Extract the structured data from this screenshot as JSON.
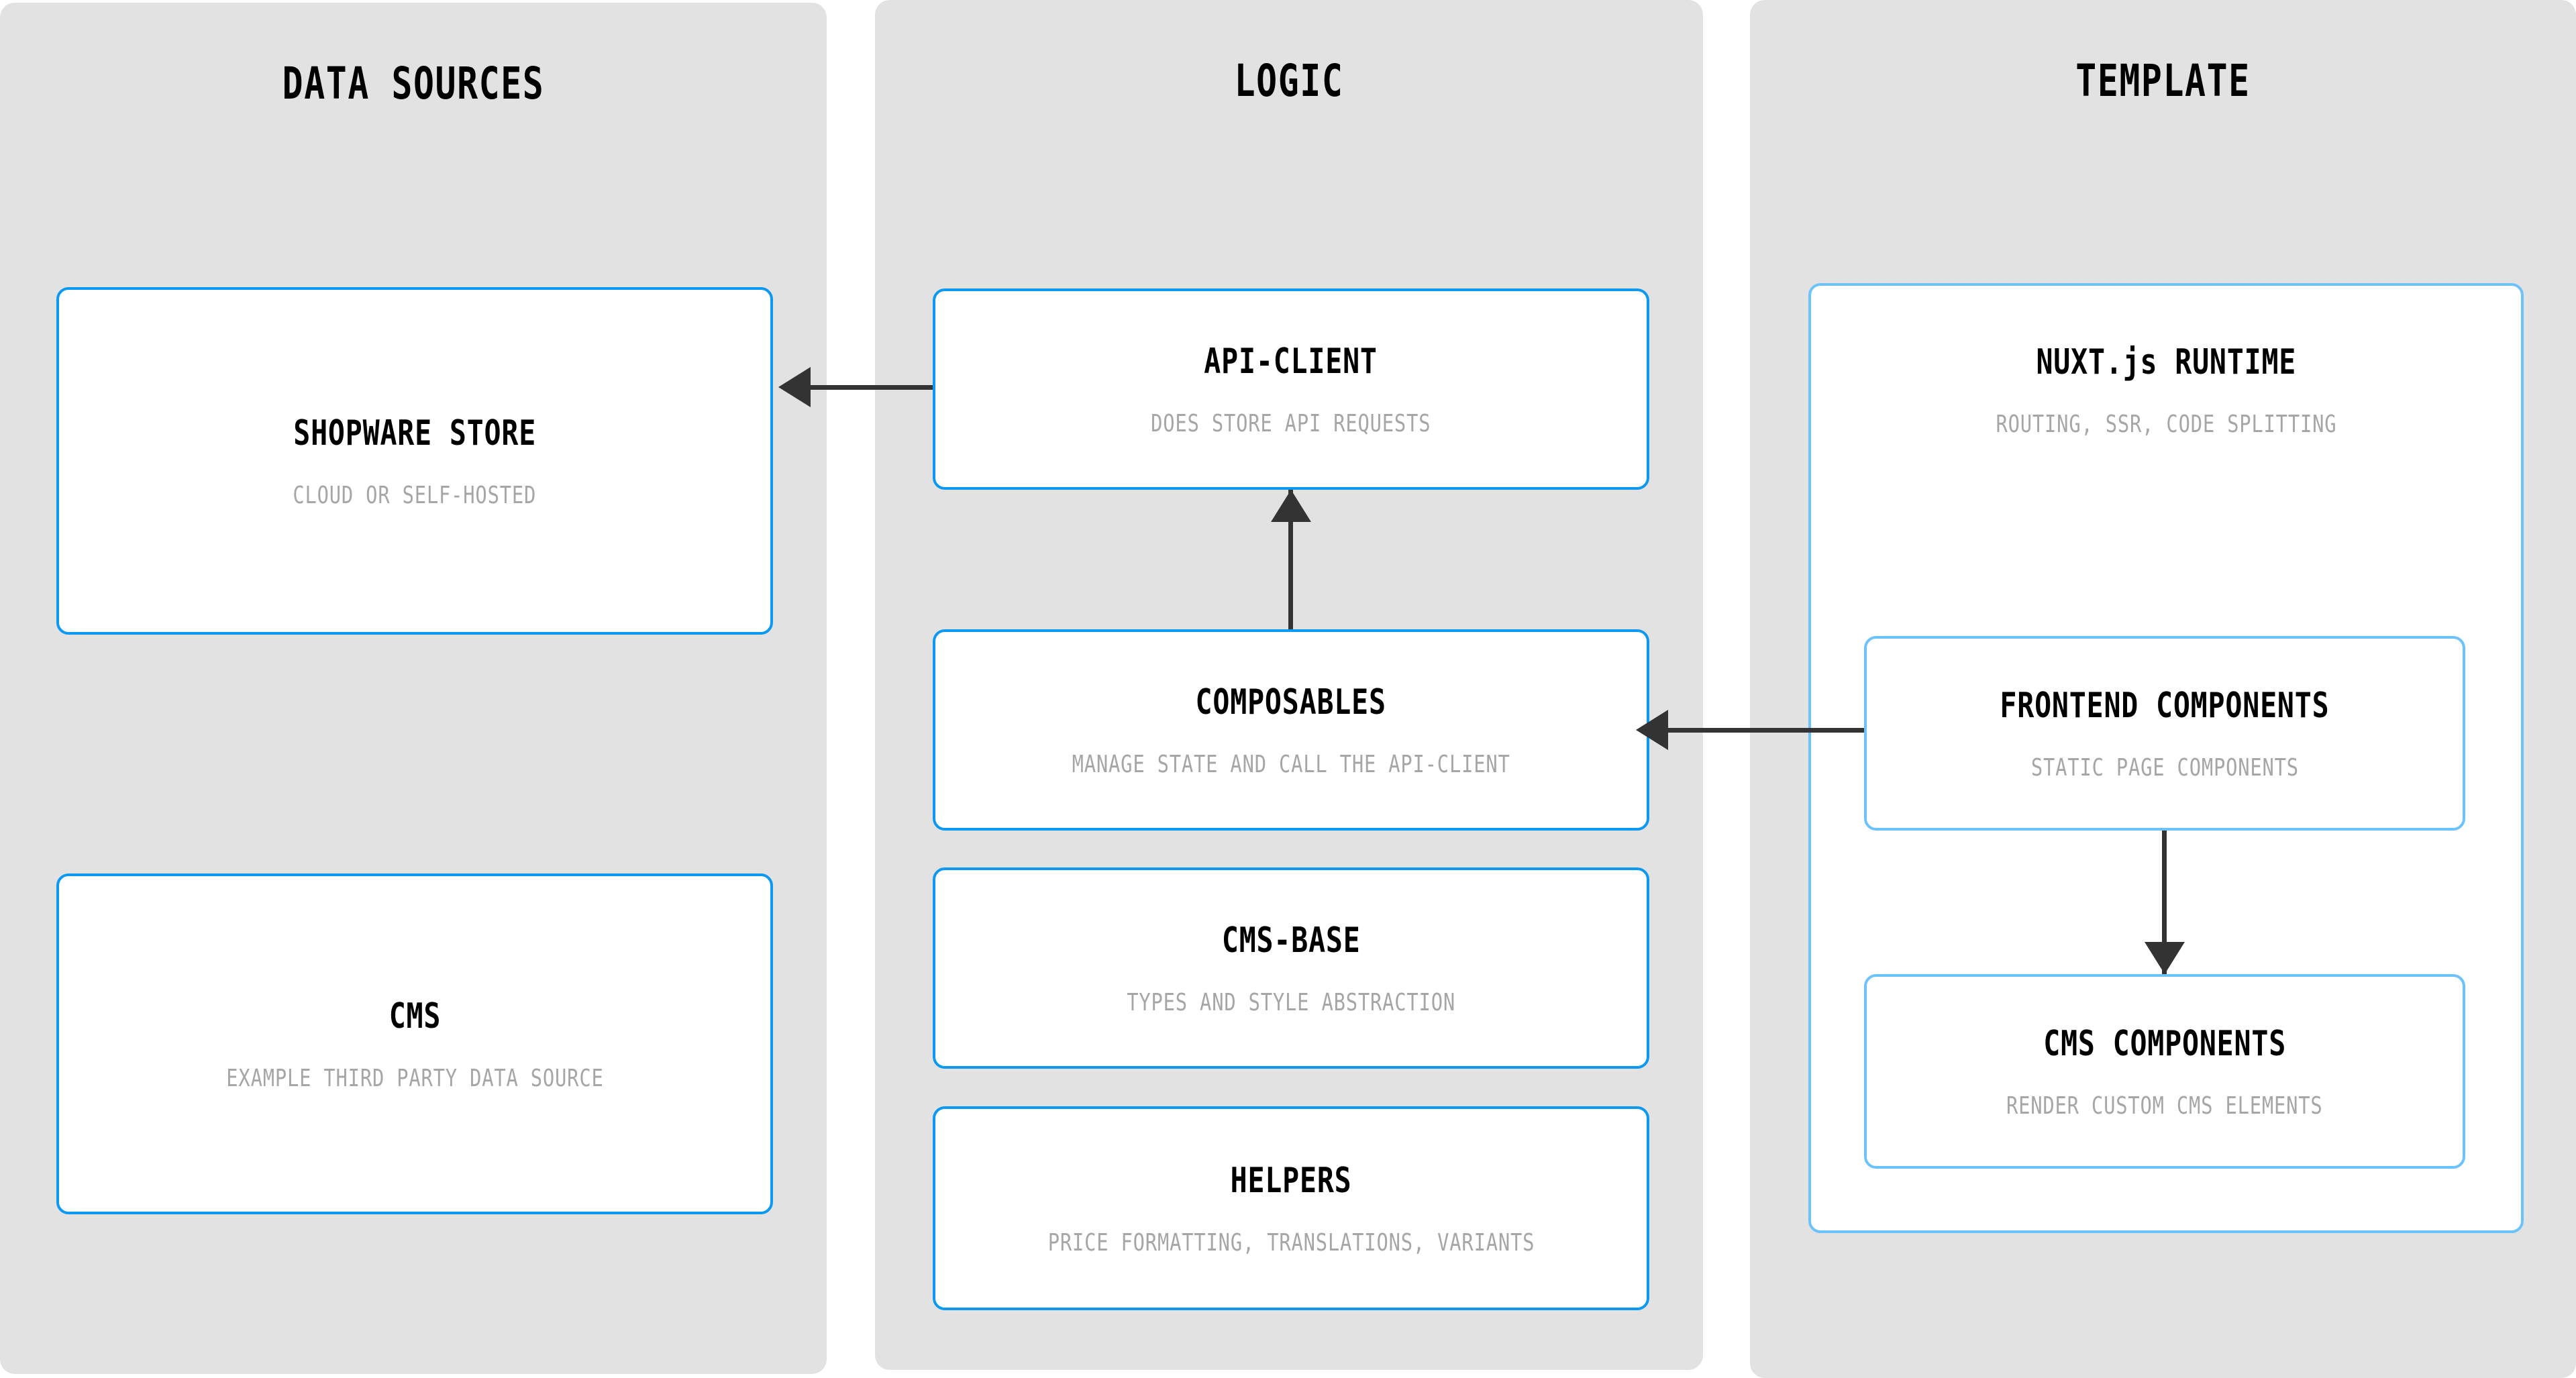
{
  "diagram": {
    "columns": [
      {
        "id": "data-sources",
        "title": "DATA SOURCES",
        "cards": [
          {
            "id": "shopware-store",
            "title": "SHOPWARE STORE",
            "subtitle": "CLOUD OR SELF-HOSTED"
          },
          {
            "id": "cms",
            "title": "CMS",
            "subtitle": "EXAMPLE THIRD PARTY DATA SOURCE"
          }
        ]
      },
      {
        "id": "logic",
        "title": "LOGIC",
        "cards": [
          {
            "id": "api-client",
            "title": "API-CLIENT",
            "subtitle": "DOES STORE API REQUESTS"
          },
          {
            "id": "composables",
            "title": "COMPOSABLES",
            "subtitle": "MANAGE STATE AND CALL THE API-CLIENT"
          },
          {
            "id": "cms-base",
            "title": "CMS-BASE",
            "subtitle": "TYPES AND STYLE ABSTRACTION"
          },
          {
            "id": "helpers",
            "title": "HELPERS",
            "subtitle": "PRICE FORMATTING, TRANSLATIONS, VARIANTS"
          }
        ]
      },
      {
        "id": "template",
        "title": "TEMPLATE",
        "cards": [
          {
            "id": "nuxt-runtime",
            "title": "NUXT.js RUNTIME",
            "subtitle": "ROUTING, SSR, CODE SPLITTING"
          },
          {
            "id": "frontend-components",
            "title": "FRONTEND COMPONENTS",
            "subtitle": "STATIC PAGE COMPONENTS"
          },
          {
            "id": "cms-components",
            "title": "CMS COMPONENTS",
            "subtitle": "RENDER CUSTOM CMS ELEMENTS"
          }
        ]
      }
    ],
    "arrows": [
      {
        "id": "api-client-to-shopware-store",
        "from": "api-client",
        "to": "shopware-store",
        "direction": "left"
      },
      {
        "id": "frontend-components-to-composables",
        "from": "frontend-components",
        "to": "composables",
        "direction": "left"
      },
      {
        "id": "composables-to-api-client",
        "from": "composables",
        "to": "api-client",
        "direction": "up"
      },
      {
        "id": "frontend-components-to-cms-components",
        "from": "frontend-components",
        "to": "cms-components",
        "direction": "down"
      }
    ],
    "colors": {
      "panel_background": "#e2e2e2",
      "page_background": "#ffffff",
      "card_border": "#0d99f2",
      "nested_card_border": "#6cc3fb",
      "card_background": "#ffffff",
      "title_text": "#000000",
      "subtitle_text": "#a6a6a6",
      "arrow": "#333333"
    }
  }
}
